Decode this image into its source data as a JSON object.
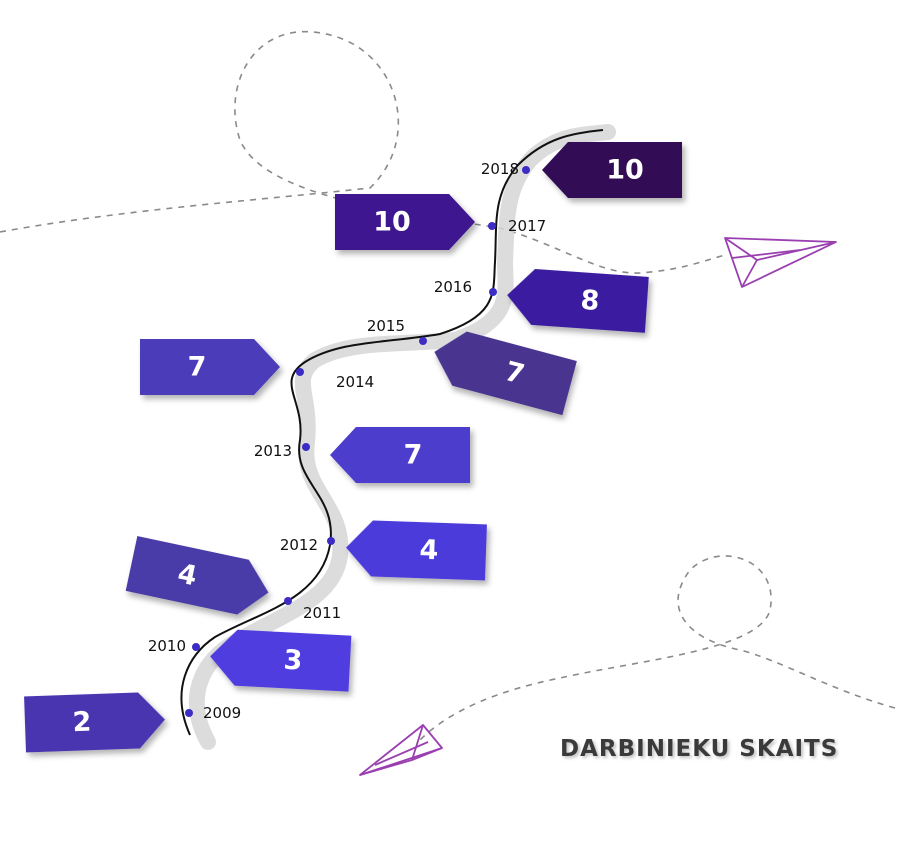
{
  "title": "DARBINIEKU SKAITS",
  "chart_data": {
    "type": "timeline",
    "series": [
      {
        "values": [
          2,
          3,
          4,
          4,
          7,
          7,
          7,
          8,
          10,
          10
        ]
      }
    ],
    "x": [
      "2009",
      "2010",
      "2011",
      "2012",
      "2013",
      "2014",
      "2015",
      "2016",
      "2017",
      "2018"
    ],
    "colors": [
      "#4a35b0",
      "#4f3ee0",
      "#4a3aa8",
      "#4c3bdb",
      "#4d3ccc",
      "#4b3cba",
      "#4a3690",
      "#3b1aa0",
      "#3d1690",
      "#330d55"
    ]
  }
}
